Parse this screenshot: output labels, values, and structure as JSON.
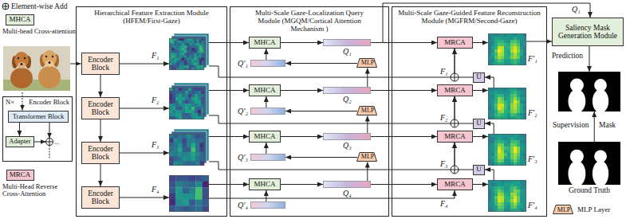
{
  "diagram": {
    "nodes": [
      {
        "text": [
          "MHCA"
        ]
      },
      {
        "text": [
          "N×",
          "Encoder Block"
        ]
      },
      {
        "text": [
          "Transformer Block"
        ],
        "in": 1
      },
      {
        "text": [
          "Adapter"
        ],
        "in": 1
      },
      {
        "text": [
          "MRCA"
        ]
      },
      {
        "text": [
          "Hierarchical Feature Extraction Module (HFEM/First-Gaze)"
        ]
      },
      {
        "text": [
          "Encoder Block"
        ],
        "in": 5
      },
      {
        "text": [
          "Encoder Block"
        ],
        "in": 5
      },
      {
        "text": [
          "Encoder Block"
        ],
        "in": 5
      },
      {
        "text": [
          "Encoder Block"
        ],
        "in": 5
      },
      {
        "text": [
          "F₁"
        ],
        "in": 5
      },
      {
        "text": [
          "F₂"
        ],
        "in": 5
      },
      {
        "text": [
          "F₃"
        ],
        "in": 5
      },
      {
        "text": [
          "F₄"
        ],
        "in": 5
      },
      {
        "text": [
          "Multi-Scale Gaze-Localization Query Module (MGQM/Cortical Attention Mechanism )"
        ]
      },
      {
        "text": [
          "MHCA"
        ],
        "in": 14
      },
      {
        "text": [
          "MHCA"
        ],
        "in": 14
      },
      {
        "text": [
          "MHCA"
        ],
        "in": 14
      },
      {
        "text": [
          "MHCA"
        ],
        "in": 14
      },
      {
        "text": [
          "Q′₁"
        ],
        "in": 14
      },
      {
        "text": [
          "Q′₂"
        ],
        "in": 14
      },
      {
        "text": [
          "Q′₃"
        ],
        "in": 14
      },
      {
        "text": [
          "Q′₄"
        ],
        "in": 14
      },
      {
        "text": [
          "Q₁"
        ],
        "in": 14
      },
      {
        "text": [
          "Q₂"
        ],
        "in": 14
      },
      {
        "text": [
          "Q₃"
        ],
        "in": 14
      },
      {
        "text": [
          "Q₄"
        ],
        "in": 14
      },
      {
        "text": [
          "MLP"
        ],
        "in": 14
      },
      {
        "text": [
          "MLP"
        ],
        "in": 14
      },
      {
        "text": [
          "MLP"
        ],
        "in": 14
      },
      {
        "text": [
          "Multi-Scale Gaze-Guided Feature Reconstruction Module (MGFRM/Second-Gaze)"
        ]
      },
      {
        "text": [
          "MRCA"
        ],
        "in": 30
      },
      {
        "text": [
          "MRCA"
        ],
        "in": 30
      },
      {
        "text": [
          "MRCA"
        ],
        "in": 30
      },
      {
        "text": [
          "MRCA"
        ],
        "in": 30
      },
      {
        "text": [
          "U"
        ],
        "in": 30
      },
      {
        "text": [
          "U"
        ],
        "in": 30
      },
      {
        "text": [
          "U"
        ],
        "in": 30
      },
      {
        "text": [
          "F′₁"
        ],
        "in": 30
      },
      {
        "text": [
          "F′₂"
        ],
        "in": 30
      },
      {
        "text": [
          "F′₃"
        ],
        "in": 30
      },
      {
        "text": [
          "F′₄"
        ],
        "in": 30
      },
      {
        "text": [
          "Saliency Mask Generation Module"
        ]
      },
      {
        "text": [
          "Prediction"
        ]
      },
      {
        "text": [
          "Ground Truth"
        ]
      },
      {
        "text": [
          "MLP"
        ]
      }
    ],
    "edges": [
      {
        "from": 2,
        "to": 3,
        "arrow": "to"
      },
      {
        "from": 6,
        "to": 7,
        "arrow": "to"
      },
      {
        "from": 7,
        "to": 8,
        "arrow": "to"
      },
      {
        "from": 8,
        "to": 9,
        "arrow": "to"
      },
      {
        "from": 6,
        "to": 10,
        "arrow": "to"
      },
      {
        "from": 7,
        "to": 11,
        "arrow": "to"
      },
      {
        "from": 8,
        "to": 12,
        "arrow": "to"
      },
      {
        "from": 9,
        "to": 13,
        "arrow": "to"
      },
      {
        "from": 10,
        "to": 15,
        "arrow": "to"
      },
      {
        "from": 11,
        "to": 16,
        "arrow": "to"
      },
      {
        "from": 12,
        "to": 17,
        "arrow": "to"
      },
      {
        "from": 13,
        "to": 18,
        "arrow": "to"
      },
      {
        "from": 10,
        "to": 31,
        "label": "F₁",
        "arrow": "to"
      },
      {
        "from": 11,
        "to": 32,
        "label": "F₂",
        "arrow": "to"
      },
      {
        "from": 12,
        "to": 33,
        "label": "F₃",
        "arrow": "to"
      },
      {
        "from": 13,
        "to": 34,
        "label": "F₄",
        "arrow": "to"
      },
      {
        "from": 19,
        "to": 15,
        "arrow": "to"
      },
      {
        "from": 20,
        "to": 16,
        "arrow": "to"
      },
      {
        "from": 21,
        "to": 17,
        "arrow": "to"
      },
      {
        "from": 22,
        "to": 18,
        "arrow": "to"
      },
      {
        "from": 15,
        "to": 23,
        "arrow": "to"
      },
      {
        "from": 16,
        "to": 24,
        "arrow": "to"
      },
      {
        "from": 17,
        "to": 25,
        "arrow": "to"
      },
      {
        "from": 18,
        "to": 26,
        "arrow": "to"
      },
      {
        "from": 24,
        "to": 27,
        "arrow": "to"
      },
      {
        "from": 27,
        "to": 19,
        "arrow": "to"
      },
      {
        "from": 25,
        "to": 28,
        "arrow": "to"
      },
      {
        "from": 28,
        "to": 20,
        "arrow": "to"
      },
      {
        "from": 26,
        "to": 29,
        "arrow": "to"
      },
      {
        "from": 29,
        "to": 21,
        "arrow": "to"
      },
      {
        "from": 23,
        "to": 31,
        "arrow": "to"
      },
      {
        "from": 24,
        "to": 32,
        "arrow": "to"
      },
      {
        "from": 25,
        "to": 33,
        "arrow": "to"
      },
      {
        "from": 26,
        "to": 34,
        "arrow": "to"
      },
      {
        "from": 39,
        "to": 35,
        "arrow": "to"
      },
      {
        "from": 40,
        "to": 36,
        "arrow": "to"
      },
      {
        "from": 41,
        "to": 37,
        "arrow": "to"
      },
      {
        "from": 35,
        "to": 31,
        "arrow": "to"
      },
      {
        "from": 36,
        "to": 32,
        "arrow": "to"
      },
      {
        "from": 37,
        "to": 33,
        "arrow": "to"
      },
      {
        "from": 31,
        "to": 38,
        "arrow": "to"
      },
      {
        "from": 32,
        "to": 39,
        "arrow": "to"
      },
      {
        "from": 33,
        "to": 40,
        "arrow": "to"
      },
      {
        "from": 34,
        "to": 41,
        "arrow": "to"
      },
      {
        "from": 23,
        "to": 42,
        "label": "Q₁",
        "arrow": "to"
      },
      {
        "from": 38,
        "to": 42,
        "arrow": "to"
      },
      {
        "from": 42,
        "to": 43,
        "arrow": "to"
      },
      {
        "from": 44,
        "to": 43,
        "label": "Supervision",
        "arrow": "to"
      }
    ],
    "labels": [
      "...",
      "Mask"
    ],
    "legend": [
      {
        "text": "Element-wise Add"
      },
      {
        "text": "Multi-head Cross-attention"
      },
      {
        "text": "Multi-Head Reverse Cross-Attention"
      },
      {
        "text": "MLP Layer"
      }
    ]
  }
}
